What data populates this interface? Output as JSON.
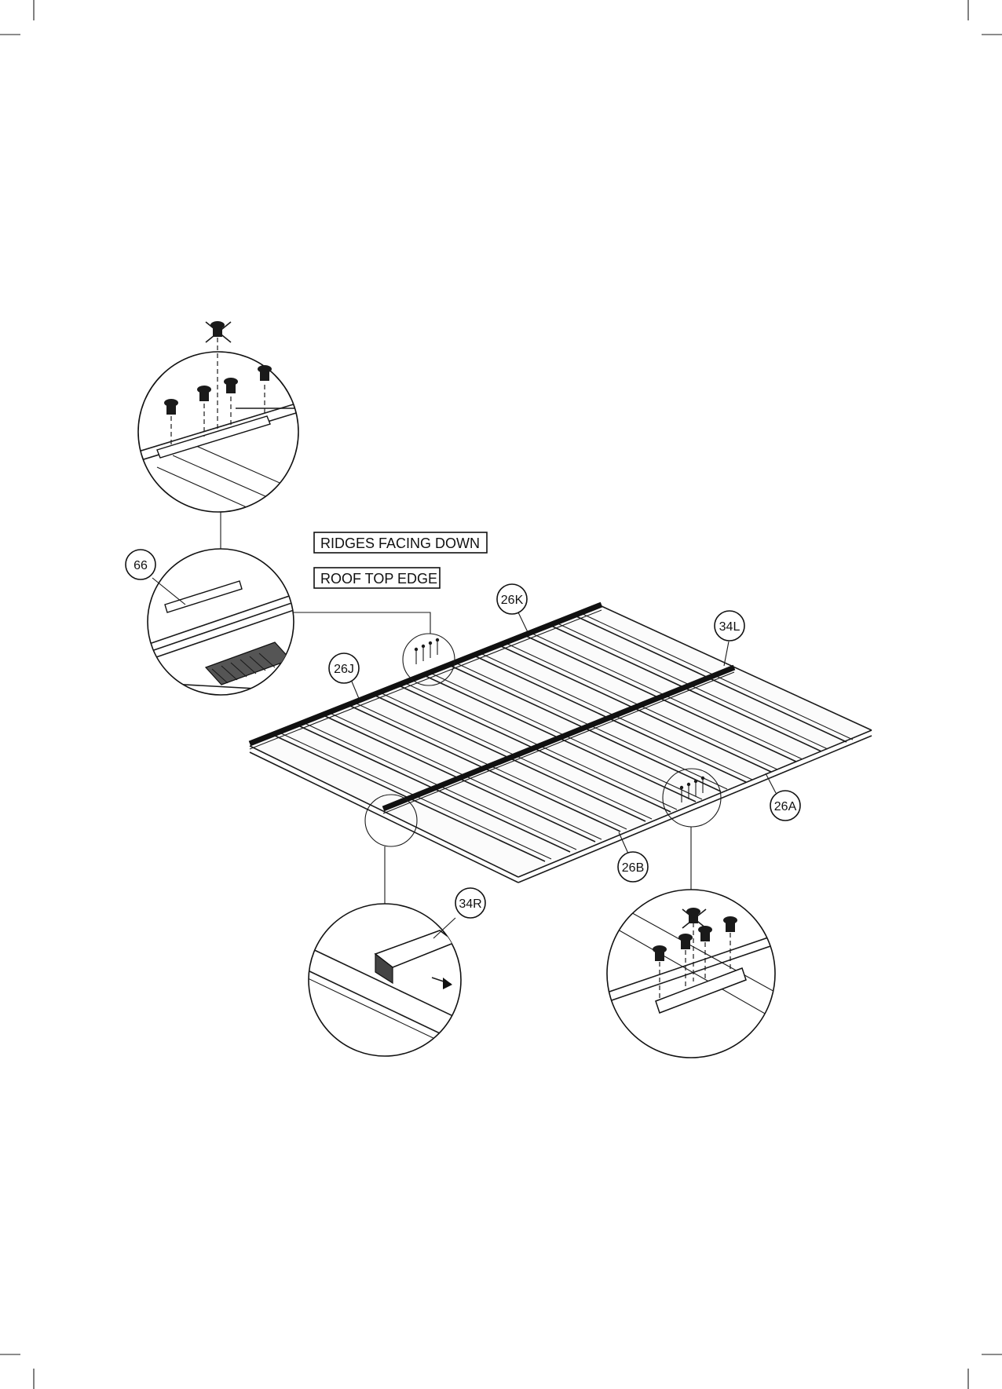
{
  "notes": {
    "ridges_facing_down": "RIDGES FACING DOWN",
    "roof_top_edge": "ROOF TOP EDGE"
  },
  "parts": {
    "p66": "66",
    "p26K": "26K",
    "p34L": "34L",
    "p26J": "26J",
    "p26A": "26A",
    "p26B": "26B",
    "p34R": "34R"
  },
  "colors": {
    "line": "#1a1a1a",
    "background": "#ffffff"
  }
}
